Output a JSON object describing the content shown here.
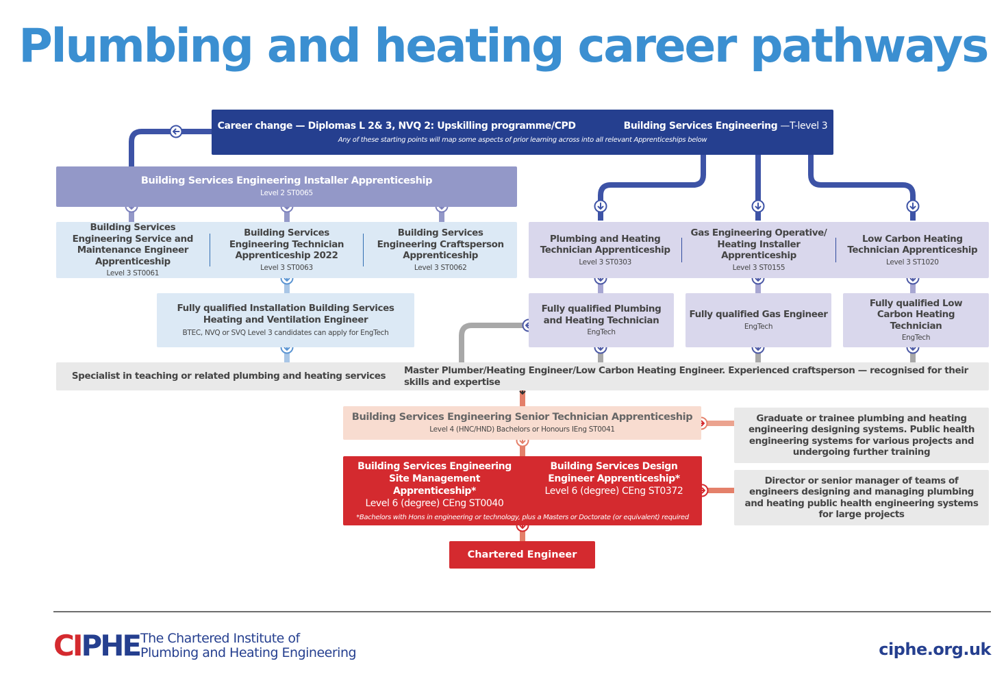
{
  "title": "Plumbing and heating career pathways",
  "start": {
    "career_change": "Career change — Diplomas L 2& 3, NVQ 2: Upskilling programme/CPD",
    "tlevel_bold": "Building Services Engineering",
    "tlevel_rest": " —T-level 3",
    "note": "Any of these starting points will map some aspects of prior learning across into all relevant Apprenticeships below"
  },
  "installer": {
    "title": "Building Services Engineering Installer Apprenticeship",
    "level": "Level 2 ST0065"
  },
  "level3_left": [
    {
      "title": "Building Services Engineering Service and Maintenance Engineer Apprenticeship",
      "level": "Level 3 ST0061"
    },
    {
      "title": "Building Services Engineering Technician Apprenticeship 2022",
      "level": "Level 3 ST0063"
    },
    {
      "title": "Building Services Engineering Craftsperson Apprenticeship",
      "level": "Level 3 ST0062"
    }
  ],
  "level3_right": [
    {
      "title": "Plumbing and Heating Technician Apprenticeship",
      "level": "Level 3 ST0303"
    },
    {
      "title": "Gas Engineering Operative/ Heating Installer Apprenticeship",
      "level": "Level 3 ST0155"
    },
    {
      "title": "Low Carbon Heating Technician Apprenticeship",
      "level": "Level 3 ST1020"
    }
  ],
  "installation_engineer": {
    "title": "Fully qualified Installation Building Services Heating and Ventilation Engineer",
    "note": "BTEC, NVQ or SVQ Level 3 candidates can apply for EngTech"
  },
  "qualified": [
    {
      "title": "Fully qualified Plumbing and Heating Technician",
      "note": "EngTech"
    },
    {
      "title": "Fully qualified Gas Engineer",
      "note": "EngTech"
    },
    {
      "title": "Fully qualified Low Carbon Heating Technician",
      "note": "EngTech"
    }
  ],
  "specialist": "Specialist in teaching or related plumbing and heating services",
  "master": "Master Plumber/Heating Engineer/Low Carbon Heating Engineer. Experienced craftsperson — recognised for their skills and expertise",
  "senior": {
    "title": "Building Services Engineering Senior Technician Apprenticeship",
    "level": "Level 4 (HNC/HND) Bachelors or Honours IEng ST0041"
  },
  "graduate": "Graduate or trainee plumbing and heating engineering designing systems. Public health engineering systems for various projects and undergoing further training",
  "degree": {
    "site": {
      "title": "Building Services Engineering Site Management Apprenticeship*",
      "level": "Level 6 (degree) CEng ST0040"
    },
    "design": {
      "title": "Building Services Design Engineer Apprenticeship*",
      "level": "Level 6 (degree) CEng ST0372"
    },
    "note": "*Bachelors with Hons in engineering or technology, plus a Masters or Doctorate (or equivalent) required"
  },
  "director": "Director or senior manager of teams of engineers designing and managing plumbing and heating public health engineering systems for large projects",
  "chartered": "Chartered Engineer",
  "footer": {
    "logo_c": "CI",
    "logo_rest": "PHE",
    "institute_line1": "The Chartered Institute of",
    "institute_line2": "Plumbing and Heating Engineering",
    "website": "ciphe.org.uk"
  },
  "colors": {
    "title": "#3b8fd1",
    "navy": "#253f8f",
    "lavender": "#9398c8",
    "light_blue": "#dce9f5",
    "light_lavender": "#d9d7ec",
    "grey": "#e9e9e9",
    "peach": "#f8dcd0",
    "red": "#d42a2f",
    "salmon": "#e4806a"
  }
}
